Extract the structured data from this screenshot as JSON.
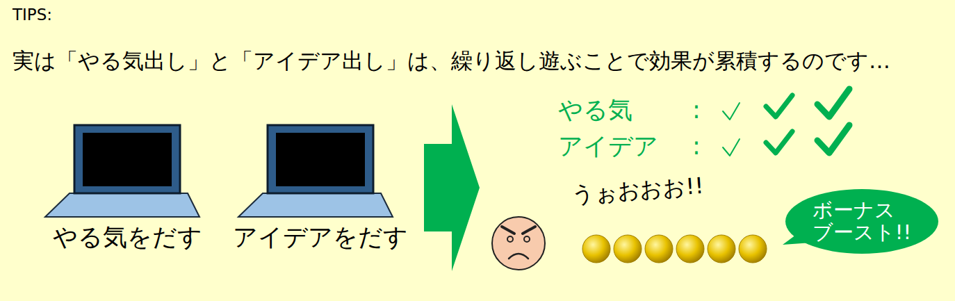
{
  "diagram": {
    "title": "TIPS:",
    "nodes": [
      {
        "text": [
          "やる気をだす"
        ]
      },
      {
        "text": [
          "アイデアをだす"
        ]
      },
      {
        "text": [
          "ボーナス ブースト!!"
        ]
      }
    ],
    "labels": [
      "実は「やる気出し」と「アイデア出し」は、繰り返し遊ぶことで効果が累積するのです…",
      "やる気",
      ":",
      "アイデア",
      ":",
      "うぉおおお!!"
    ]
  }
}
